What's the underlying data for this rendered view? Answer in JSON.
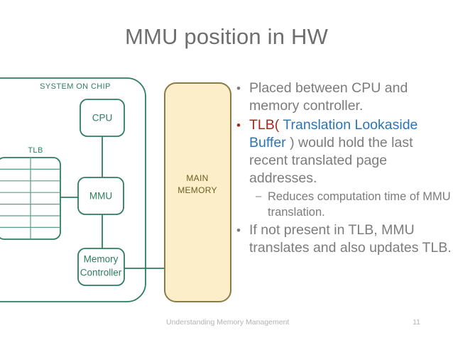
{
  "slide": {
    "title": "MMU position in HW"
  },
  "diagram": {
    "soc_label": "SYSTEM ON CHIP",
    "tlb_label": "TLB",
    "cpu_label": "CPU",
    "mmu_label": "MMU",
    "memory_controller_label_line1": "Memory",
    "memory_controller_label_line2": "Controller",
    "main_memory_label_line1": "MAIN",
    "main_memory_label_line2": "MEMORY",
    "tlb_rows": 7,
    "tlb_cols": 2,
    "colors": {
      "soc_stroke": "#2e7d5e",
      "soc_text": "#2e7d5e",
      "main_memory_fill": "#fdeeca",
      "main_memory_stroke": "#8b7b46",
      "main_memory_text": "#6b5d22",
      "connector": "#2e7d5e"
    }
  },
  "bullets": [
    {
      "level": 1,
      "marker": "•",
      "marker_color": "grey",
      "segments": [
        {
          "text": "Placed between CPU and memory controller.",
          "color": "grey"
        }
      ]
    },
    {
      "level": 1,
      "marker": "•",
      "marker_color": "red",
      "segments": [
        {
          "text": "TLB(",
          "color": "red"
        },
        {
          "text": " Translation Lookaside Buffer ",
          "color": "blue"
        },
        {
          "text": ") would hold the last recent translated page addresses.",
          "color": "grey"
        }
      ]
    },
    {
      "level": 2,
      "marker": "–",
      "marker_color": "grey",
      "segments": [
        {
          "text": "Reduces computation time of MMU translation.",
          "color": "grey"
        }
      ]
    },
    {
      "level": 1,
      "marker": "•",
      "marker_color": "grey",
      "segments": [
        {
          "text": "If not present in TLB, MMU translates and also updates TLB.",
          "color": "grey"
        }
      ]
    }
  ],
  "footer": {
    "title": "Understanding Memory Management",
    "page_number": "11"
  }
}
